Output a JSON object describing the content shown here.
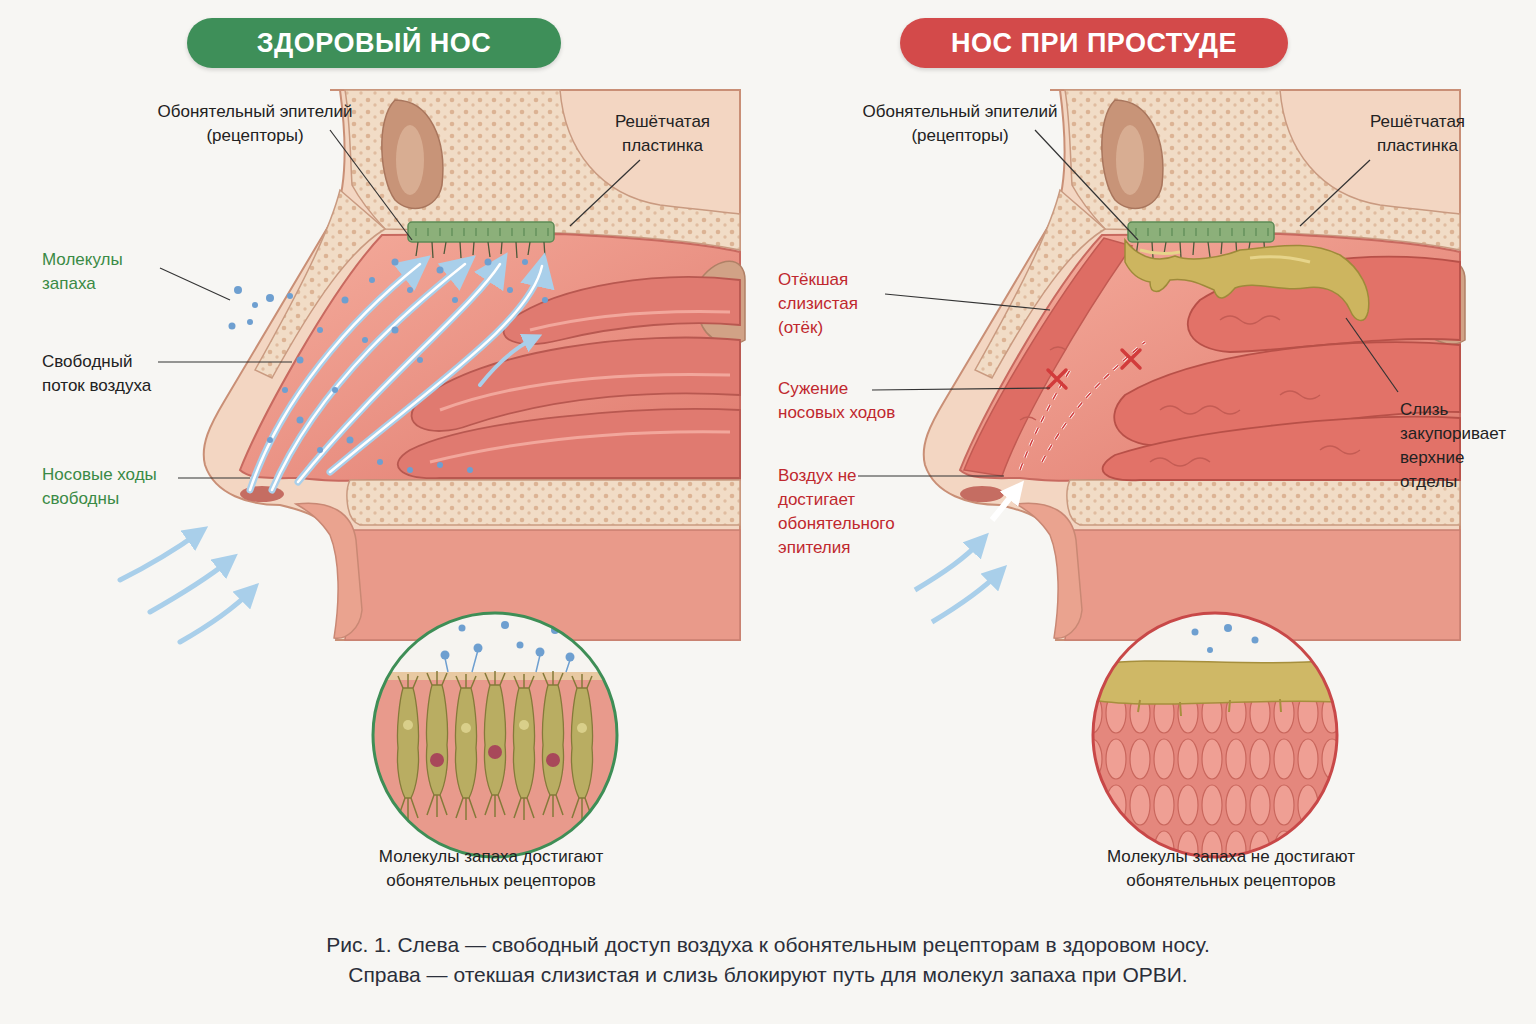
{
  "diagram": {
    "caption": "Рис. 1. Слева — свободный доступ воздуха к обонятельным рецепторам в здоровом носу. Справа — отекшая слизистая и слизь блокируют путь для молекул запаха при ОРВИ.",
    "nodes": [
      {
        "text": [
          "ЗДОРОВЫЙ НОС"
        ]
      },
      {
        "text": [
          "НОС ПРИ ПРОСТУДЕ"
        ]
      }
    ],
    "labels": [
      "Обонятельный эпителий (рецепторы)",
      "Решётчатая пластинка",
      "Молекулы запаха",
      "Свободный поток воздуха",
      "Носовые ходы свободны",
      "Молекулы запаха достигают обонятельных рецепторов",
      "Обонятельный эпителий (рецепторы)",
      "Решётчатая пластинка",
      "Отёкшая слизистая (отёк)",
      "Сужение носовых ходов",
      "Воздух не достигает обонятельного эпителия",
      "Слизь закупоривает верхние отделы",
      "Молекулы запаха не достигают обонятельных рецепторов"
    ]
  }
}
